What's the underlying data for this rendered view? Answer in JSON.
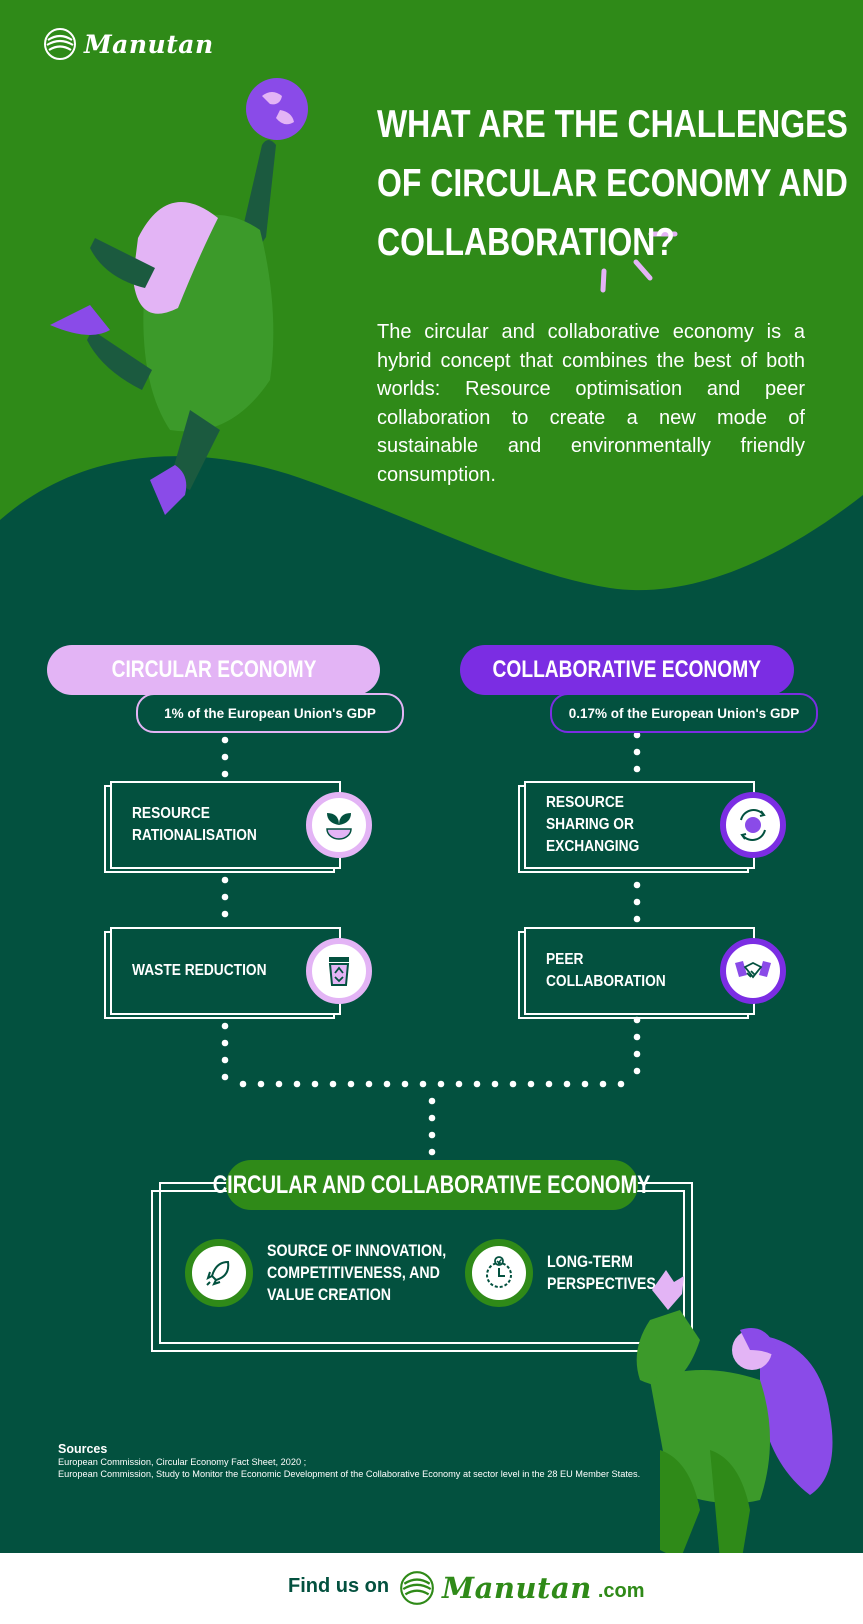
{
  "brand": {
    "name": "Manutan"
  },
  "header": {
    "title_lines": [
      "WHAT ARE THE CHALLENGES",
      "OF CIRCULAR ECONOMY AND",
      "COLLABORATION?"
    ],
    "intro": "The circular and collaborative economy is a hybrid concept that combines the best of both worlds: Resource optimisation and peer collaboration to create a new mode of sustainable and environmentally friendly consumption."
  },
  "circular": {
    "title": "CIRCULAR ECONOMY",
    "gdp": "1% of the European Union's GDP",
    "items": [
      {
        "label": "RESOURCE RATIONALISATION",
        "icon": "plant-globe-icon"
      },
      {
        "label": "WASTE REDUCTION",
        "icon": "recycle-bin-icon"
      }
    ]
  },
  "collaborative": {
    "title": "COLLABORATIVE ECONOMY",
    "gdp": "0.17% of the European Union's GDP",
    "items": [
      {
        "label": "RESOURCE SHARING OR EXCHANGING",
        "icon": "globe-exchange-icon"
      },
      {
        "label": "PEER COLLABORATION",
        "icon": "handshake-icon"
      }
    ]
  },
  "combined": {
    "title": "CIRCULAR AND COLLABORATIVE ECONOMY",
    "features": [
      {
        "label_lines": [
          "SOURCE OF INNOVATION,",
          "COMPETITIVENESS, AND",
          "VALUE CREATION"
        ],
        "icon": "rocket-icon"
      },
      {
        "label_lines": [
          "LONG-TERM",
          "PERSPECTIVES"
        ],
        "icon": "clock-icon"
      }
    ]
  },
  "sources": {
    "title": "Sources",
    "lines": [
      "European Commission, Circular Economy Fact Sheet, 2020 ;",
      "European Commission, Study to Monitor the Economic Development of the Collaborative Economy at sector level in the 28 EU Member States."
    ]
  },
  "footer": {
    "find_us": "Find us on",
    "brand": "Manutan",
    "domain": ".com"
  },
  "colors": {
    "dark_green": "#03513f",
    "green": "#2f8a18",
    "pink": "#e3b4f5",
    "purple": "#7b2de3"
  }
}
